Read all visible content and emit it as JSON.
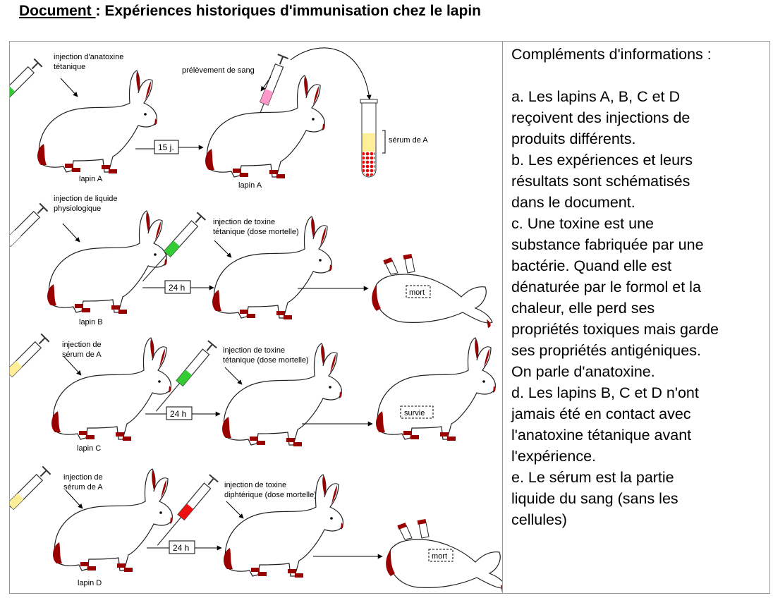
{
  "header": {
    "title_prefix": "Document ",
    "title_rest": ": Expériences historiques d'immunisation chez le lapin"
  },
  "diagram": {
    "colors": {
      "rabbit_a": "#ffffff",
      "rabbit_b": "#fdf6c3",
      "rabbit_c": "#dcf3f7",
      "rabbit_d": "#f9c6dc",
      "feet": "#990000",
      "anatoxine": "#33cc33",
      "toxine_tetanique": "#33cc33",
      "toxine_diphterique": "#ee1111",
      "serum": "#ffef99",
      "liquide": "#ffffff",
      "prelevement": "#ff99cc"
    },
    "row_a": {
      "injection_label": [
        "injection d'anatoxine",
        "tétanique"
      ],
      "delay": "15 j.",
      "prelevement_label": "prélèvement de sang",
      "serum_label": "sérum de A",
      "rabbit_label_1": "lapin A",
      "rabbit_label_2": "lapin A"
    },
    "row_b": {
      "injection_label": [
        "injection de liquide",
        "physiologique"
      ],
      "delay": "24 h",
      "toxin_label": [
        "injection de toxine",
        "tétanique (dose mortelle)"
      ],
      "result": "mort",
      "rabbit_label": "lapin B"
    },
    "row_c": {
      "injection_label": [
        "injection de",
        "sérum de A"
      ],
      "delay": "24 h",
      "toxin_label": [
        "injection de toxine",
        "tétanique (dose mortelle)"
      ],
      "result": "survie",
      "rabbit_label": "lapin C"
    },
    "row_d": {
      "injection_label": [
        "injection de",
        "sérum de A"
      ],
      "delay": "24 h",
      "toxin_label": [
        "injection de toxine",
        "diphtérique (dose mortelle)"
      ],
      "result": "mort",
      "rabbit_label": "lapin D"
    }
  },
  "info": {
    "heading": "Compléments d'informations :",
    "lines": [
      "a. Les lapins A, B, C et D",
      "reçoivent des injections de",
      "produits différents.",
      "b. Les expériences et leurs",
      "résultats sont schématisés",
      "dans le document.",
      "c. Une toxine est une",
      "substance fabriquée par une",
      "bactérie. Quand elle est",
      "dénaturée par le formol et la",
      "chaleur, elle perd ses",
      "propriétés toxiques mais garde",
      "ses propriétés antigéniques.",
      "On parle d'anatoxine.",
      "d. Les lapins B, C et D n'ont",
      "jamais été en contact avec",
      "l'anatoxine tétanique avant",
      "l'expérience.",
      "e. Le sérum est la partie",
      "liquide du sang (sans les",
      "cellules)"
    ]
  }
}
